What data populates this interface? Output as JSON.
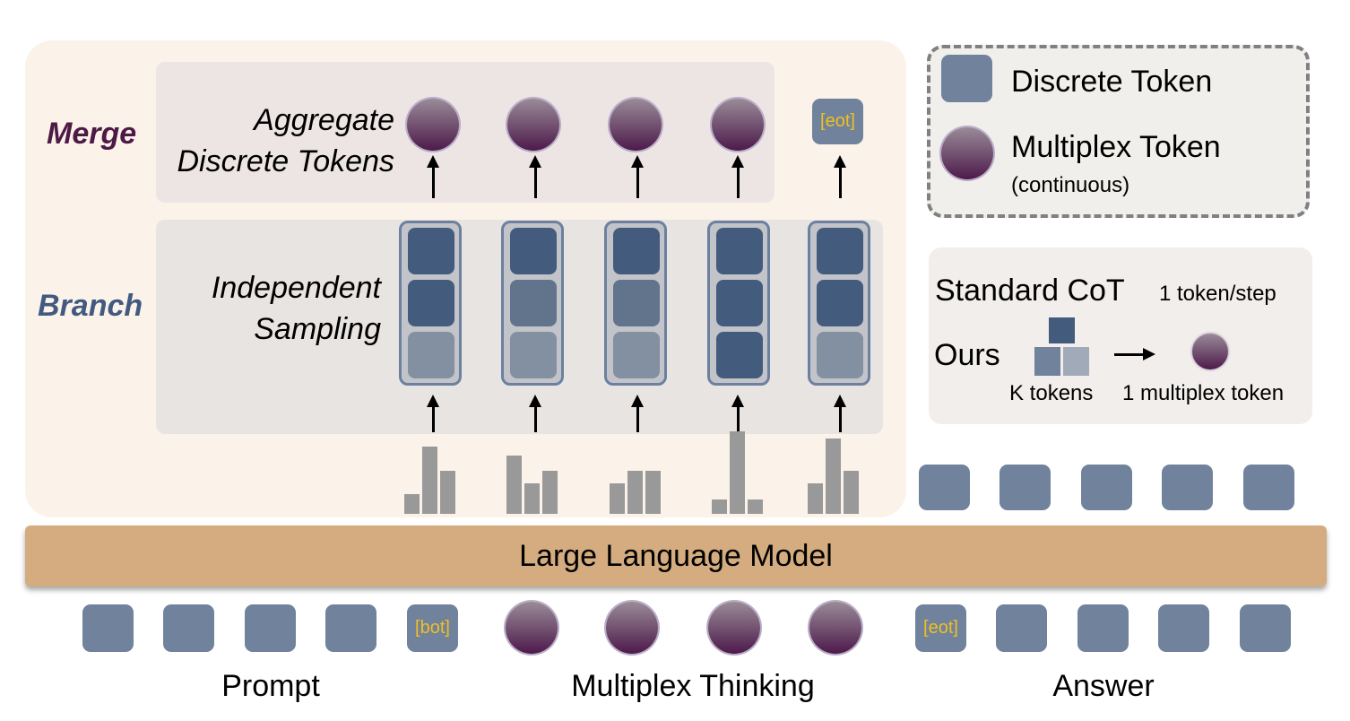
{
  "stages": {
    "merge": {
      "label": "Merge",
      "description_line1": "Aggregate",
      "description_line2": "Discrete Tokens"
    },
    "branch": {
      "label": "Branch",
      "description_line1": "Independent",
      "description_line2": "Sampling"
    }
  },
  "merge_outputs": [
    {
      "type": "multiplex"
    },
    {
      "type": "multiplex"
    },
    {
      "type": "multiplex"
    },
    {
      "type": "multiplex"
    },
    {
      "type": "discrete",
      "text": "[eot]"
    }
  ],
  "branch_columns": [
    {
      "cells": [
        "dark",
        "dark",
        "light"
      ]
    },
    {
      "cells": [
        "dark",
        "mid",
        "light"
      ]
    },
    {
      "cells": [
        "dark",
        "mid",
        "light"
      ]
    },
    {
      "cells": [
        "dark",
        "dark",
        "dark"
      ]
    },
    {
      "cells": [
        "dark",
        "dark",
        "light"
      ]
    }
  ],
  "distributions": [
    [
      0.24,
      0.82,
      0.52
    ],
    [
      0.71,
      0.37,
      0.52
    ],
    [
      0.37,
      0.52,
      0.52
    ],
    [
      0.17,
      1.0,
      0.17
    ],
    [
      0.37,
      0.91,
      0.52
    ]
  ],
  "legend": {
    "discrete_token": "Discrete Token",
    "multiplex_token": "Multiplex Token",
    "multiplex_note": "(continuous)"
  },
  "comparison": {
    "standard_label": "Standard CoT",
    "standard_rate": "1 token/step",
    "ours_label": "Ours",
    "k_tokens": "K tokens",
    "one_multiplex": "1 multiplex token"
  },
  "llm_label": "Large Language Model",
  "sequence": {
    "prompt_label": "Prompt",
    "thinking_label": "Multiplex Thinking",
    "answer_label": "Answer",
    "bot_token": "[bot]",
    "eot_token": "[eot]"
  },
  "colors": {
    "merge_accent": "#4d1a46",
    "branch_accent": "#425a7f",
    "discrete_token": "#71829c",
    "special_token_text": "#f0c020",
    "llm_bar": "#d4ac7f"
  }
}
